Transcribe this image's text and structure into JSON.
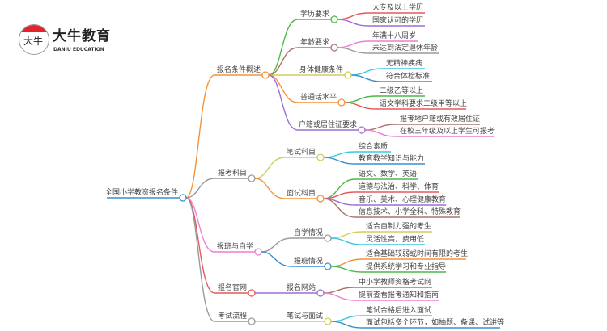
{
  "logo": {
    "mark": "大牛",
    "name": "大牛教育",
    "subtitle": "DANIU EDUCATION"
  },
  "mindmap": {
    "root": {
      "label": "全国小学教资报名条件",
      "color": "#3d8fd1"
    },
    "branches": [
      {
        "label": "报名条件概述",
        "color": "#f7923a",
        "children": [
          {
            "label": "学历要求",
            "color": "#4cb848",
            "leaves": [
              {
                "label": "大专及以上学历",
                "color": "#e5585a"
              },
              {
                "label": "国家认可的学历",
                "color": "#9b6fd6"
              }
            ]
          },
          {
            "label": "年龄要求",
            "color": "#a8756a",
            "leaves": [
              {
                "label": "年满十八周岁",
                "color": "#ef7ed0"
              },
              {
                "label": "未达到法定退休年龄",
                "color": "#9a9a9a"
              }
            ]
          },
          {
            "label": "身体健康条件",
            "color": "#cfcf5a",
            "leaves": [
              {
                "label": "无精神疾病",
                "color": "#3cc8e0"
              },
              {
                "label": "符合体检标准",
                "color": "#3b8fd0"
              }
            ]
          },
          {
            "label": "普通话水平",
            "color": "#f7923a",
            "leaves": [
              {
                "label": "二级乙等以上",
                "color": "#4cb848"
              },
              {
                "label": "语文学科要求二级甲等以上",
                "color": "#e5585a"
              }
            ]
          },
          {
            "label": "户籍或居住证要求",
            "color": "#9b6fd6",
            "leaves": [
              {
                "label": "报考地户籍或有效居住证",
                "color": "#a8756a"
              },
              {
                "label": "在校三年级及以上学生可报考",
                "color": "#ef7ed0"
              }
            ]
          }
        ]
      },
      {
        "label": "报考科目",
        "color": "#9a9a9a",
        "children": [
          {
            "label": "笔试科目",
            "color": "#cfcf5a",
            "leaves": [
              {
                "label": "综合素质",
                "color": "#3cc8e0"
              },
              {
                "label": "教育教学知识与能力",
                "color": "#3b8fd0"
              }
            ]
          },
          {
            "label": "面试科目",
            "color": "#f7923a",
            "leaves": [
              {
                "label": "语文、数学、英语",
                "color": "#4cb848"
              },
              {
                "label": "道德与法治、科学、体育",
                "color": "#e5585a"
              },
              {
                "label": "音乐、美术、心理健康教育",
                "color": "#9b6fd6"
              },
              {
                "label": "信息技术、小学全科、特殊教育",
                "color": "#a8756a"
              }
            ]
          }
        ]
      },
      {
        "label": "报班与自学",
        "color": "#ef7ed0",
        "children": [
          {
            "label": "自学情况",
            "color": "#9a9a9a",
            "leaves": [
              {
                "label": "适合自制力强的考生",
                "color": "#cfcf5a"
              },
              {
                "label": "灵活性高，费用低",
                "color": "#3cc8e0"
              }
            ]
          },
          {
            "label": "报班情况",
            "color": "#3b8fd0",
            "leaves": [
              {
                "label": "适合基础较弱或时间有限的考生",
                "color": "#f7923a"
              },
              {
                "label": "提供系统学习和专业指导",
                "color": "#4cb848"
              }
            ]
          }
        ]
      },
      {
        "label": "报名官网",
        "color": "#e5585a",
        "children": [
          {
            "label": "报名网站",
            "color": "#9b6fd6",
            "leaves": [
              {
                "label": "中小学教师资格考试网",
                "color": "#a8756a"
              },
              {
                "label": "提前查看报考通知和指南",
                "color": "#ef7ed0"
              }
            ]
          }
        ]
      },
      {
        "label": "考试流程",
        "color": "#9a9a9a",
        "children": [
          {
            "label": "笔试与面试",
            "color": "#cfcf5a",
            "leaves": [
              {
                "label": "笔试合格后进入面试",
                "color": "#3cc8e0"
              },
              {
                "label": "面试包括多个环节，如抽题、备课、试讲等",
                "color": "#3b8fd0"
              }
            ]
          }
        ]
      }
    ]
  }
}
